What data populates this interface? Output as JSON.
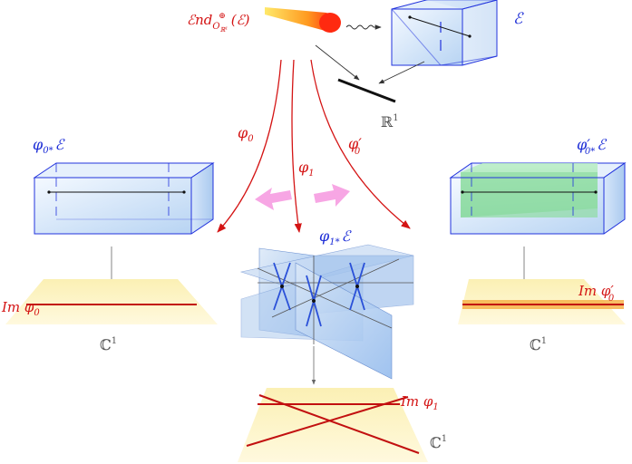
{
  "labels": {
    "end_sheaf": "ℰnd",
    "end_sub": "O",
    "end_sub2": "ℝ¹",
    "end_sup": "⊕",
    "end_arg": "(ℰ)",
    "sheaf_E": "ℰ",
    "real_line": "ℝ",
    "real_line_sup": "1",
    "phi0": "φ",
    "phi0_sub": "0",
    "phi1": "φ",
    "phi1_sub": "1",
    "phi0p": "φ′",
    "phi0p_sub": "0",
    "push_phi0": "φ",
    "push_phi0_sub": "0*",
    "push_phi0_E": "ℰ",
    "push_phi1": "φ",
    "push_phi1_sub": "1*",
    "push_phi1_E": "ℰ",
    "push_phi0p": "φ′",
    "push_phi0p_sub": "0*",
    "push_phi0p_E": "ℰ",
    "im_phi0": "Im φ",
    "im_phi0_sub": "0",
    "im_phi1": "Im φ",
    "im_phi1_sub": "1",
    "im_phi0p": "Im φ′",
    "im_phi0p_sub": "0",
    "c1_left": "ℂ",
    "c1_left_sup": "1",
    "c1_right": "ℂ",
    "c1_right_sup": "1",
    "c1_bottom": "ℂ",
    "c1_bottom_sup": "1"
  },
  "colors": {
    "blue_label": "#1a2bd6",
    "red_label": "#d41414",
    "box_stroke": "#2233dd",
    "box_fill": "#cfe2f7",
    "plane_fill": "#fdf2b8",
    "red_line": "#c21010",
    "arrow_pink": "#f7a6e4",
    "green_fill": "#a6e6b0"
  }
}
